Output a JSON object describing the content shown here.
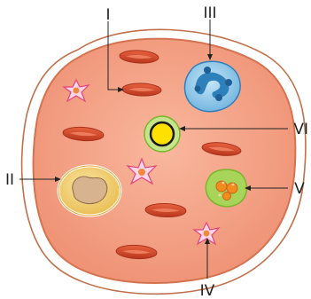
{
  "labels": {
    "i": "I",
    "ii": "II",
    "iii": "III",
    "iv": "IV",
    "v": "V",
    "vi": "VI"
  },
  "colors": {
    "tissue_fill": "#f4a385",
    "tissue_outline": "#d4734f",
    "outer_membrane": "#c0704a",
    "rbc_fill": "#e05a3a",
    "rbc_dark": "#a8321c",
    "neutrophil_fill": "#8fcbeb",
    "neutrophil_nucleus": "#2e80bb",
    "platelet_fill": "#ffd6e8",
    "platelet_outline": "#e0457a",
    "platelet_core": "#f08a3a",
    "lymphocyte_outer": "#c6e58a",
    "lymphocyte_ring": "#7ab52c",
    "lymphocyte_core": "#ffe100",
    "eosinophil_fill": "#a9d45a",
    "eosinophil_granules": "#f28c1f",
    "fat_cell_fill": "#f2d27a",
    "fat_cell_vacuole": "#d8b38f",
    "label_color": "#222222"
  }
}
